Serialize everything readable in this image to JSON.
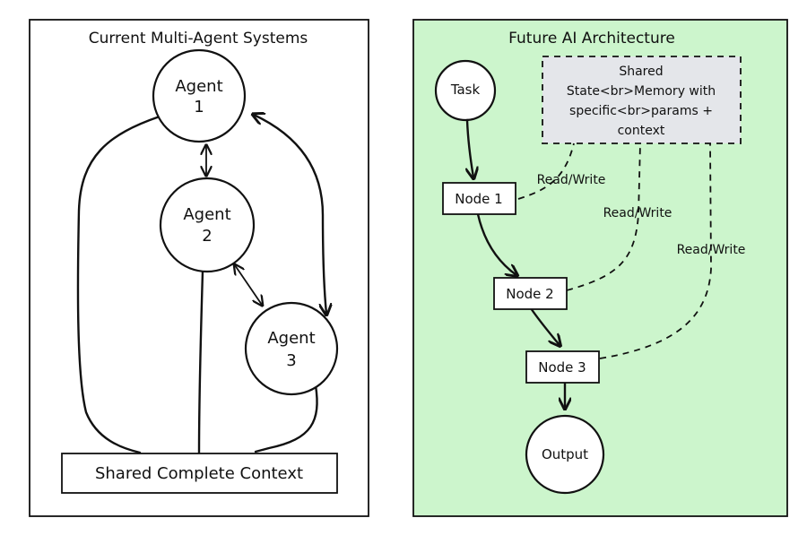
{
  "left_panel": {
    "title": "Current Multi-Agent Systems",
    "agents": [
      {
        "line1": "Agent",
        "line2": "1"
      },
      {
        "line1": "Agent",
        "line2": "2"
      },
      {
        "line1": "Agent",
        "line2": "3"
      }
    ],
    "shared_context": "Shared Complete Context"
  },
  "right_panel": {
    "title": "Future AI Architecture",
    "task": "Task",
    "shared_state_lines": [
      "Shared",
      "State<br>Memory with",
      "specific<br>params +",
      "context"
    ],
    "nodes": [
      "Node 1",
      "Node 2",
      "Node 3"
    ],
    "output": "Output",
    "read_write_label": "Read/Write"
  },
  "colors": {
    "right_panel_bg": "#ccf5cc",
    "shared_state_bg": "#e4e6ea",
    "ink": "#111111"
  }
}
